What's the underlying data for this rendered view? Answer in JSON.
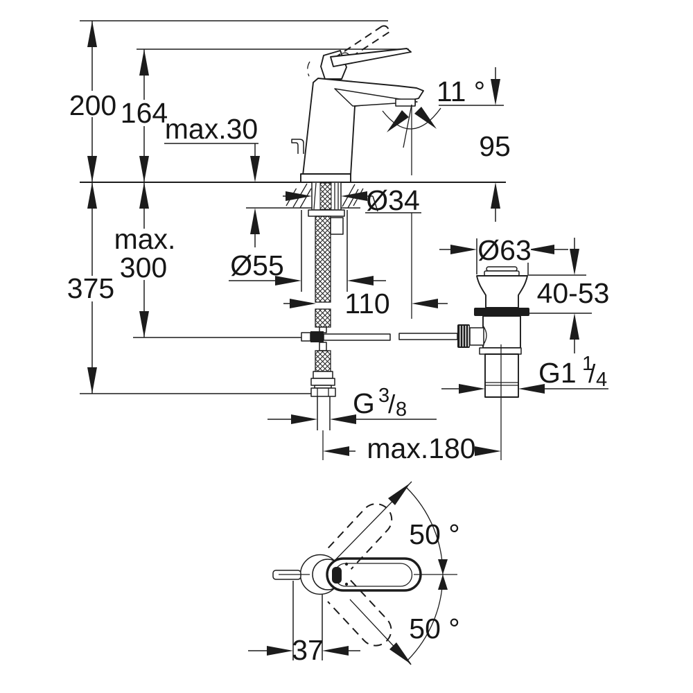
{
  "drawing": {
    "background": "#ffffff",
    "ink": "#1c1c1c",
    "labels": {
      "height_overall": "200",
      "height_to_lever": "164",
      "deck_thickness": "max.30",
      "spout_angle": "11 °",
      "outlet_height": "95",
      "shank_diameter": "Ø34",
      "hose_length_line1": "max.",
      "hose_length_line2": "300",
      "total_depth": "375",
      "base_diameter": "Ø55",
      "spout_reach": "110",
      "waste_flange_diameter": "Ø63",
      "basin_thickness_range": "40-53",
      "rod_reach": "max.180",
      "swivel_angle_upper": "50 °",
      "swivel_angle_lower": "50 °",
      "handle_offset": "37",
      "waste_thread": {
        "base": "G1",
        "numerator": "1",
        "slash": "/",
        "denominator": "4"
      },
      "supply_thread": {
        "base": "G",
        "numerator": "3",
        "slash": "/",
        "denominator": "8"
      }
    }
  }
}
